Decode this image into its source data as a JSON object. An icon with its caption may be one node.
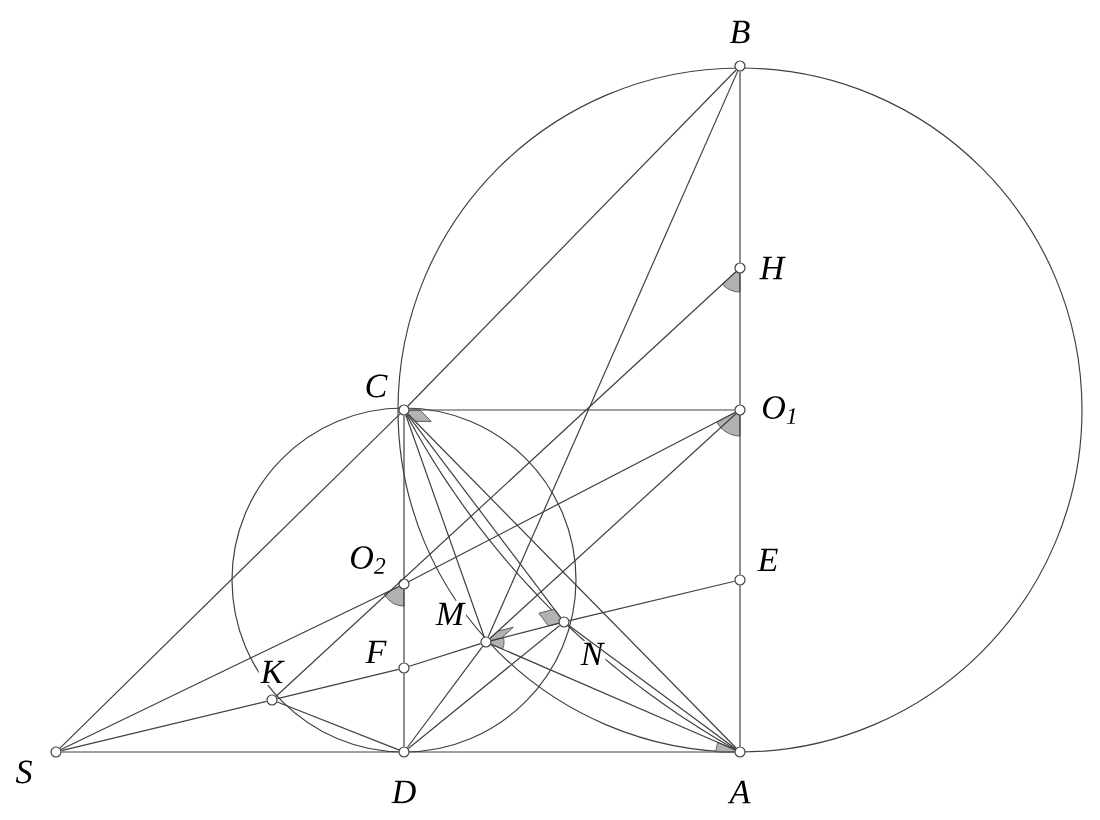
{
  "diagram": {
    "nodes": [
      {
        "text": [
          "B"
        ]
      },
      {
        "text": [
          "H"
        ]
      },
      {
        "text": [
          "C"
        ]
      },
      {
        "text": [
          "O$_{1}$"
        ]
      },
      {
        "text": [
          "O$_{2}$"
        ]
      },
      {
        "text": [
          "E"
        ]
      },
      {
        "text": [
          "K"
        ]
      },
      {
        "text": [
          "F"
        ]
      },
      {
        "text": [
          "M"
        ]
      },
      {
        "text": [
          "N"
        ]
      },
      {
        "text": [
          "S"
        ]
      },
      {
        "text": [
          "D"
        ]
      },
      {
        "text": [
          "A"
        ]
      }
    ],
    "edges": [
      {
        "from": 0,
        "to": 1,
        "arrow": "none"
      },
      {
        "from": 1,
        "to": 3,
        "arrow": "none"
      },
      {
        "from": 3,
        "to": 5,
        "arrow": "none"
      },
      {
        "from": 5,
        "to": 12,
        "arrow": "none"
      },
      {
        "from": 2,
        "to": 4,
        "arrow": "none"
      },
      {
        "from": 4,
        "to": 7,
        "arrow": "none"
      },
      {
        "from": 7,
        "to": 11,
        "arrow": "none"
      },
      {
        "from": 10,
        "to": 11,
        "arrow": "none"
      },
      {
        "from": 11,
        "to": 12,
        "arrow": "none"
      },
      {
        "from": 2,
        "to": 3,
        "arrow": "none"
      },
      {
        "from": 10,
        "to": 2,
        "arrow": "none"
      },
      {
        "from": 2,
        "to": 0,
        "arrow": "none"
      },
      {
        "from": 10,
        "to": 6,
        "arrow": "none"
      },
      {
        "from": 6,
        "to": 7,
        "arrow": "none"
      },
      {
        "from": 7,
        "to": 8,
        "arrow": "none"
      },
      {
        "from": 8,
        "to": 9,
        "arrow": "none"
      },
      {
        "from": 9,
        "to": 5,
        "arrow": "none"
      },
      {
        "from": 10,
        "to": 4,
        "arrow": "none"
      },
      {
        "from": 4,
        "to": 3,
        "arrow": "none"
      },
      {
        "from": 1,
        "to": 6,
        "arrow": "none"
      },
      {
        "from": 0,
        "to": 8,
        "arrow": "none"
      },
      {
        "from": 8,
        "to": 3,
        "arrow": "none"
      },
      {
        "from": 2,
        "to": 8,
        "arrow": "none"
      },
      {
        "from": 2,
        "to": 9,
        "arrow": "none"
      },
      {
        "from": 2,
        "to": 12,
        "arrow": "none"
      },
      {
        "from": 8,
        "to": 12,
        "arrow": "none"
      },
      {
        "from": 9,
        "to": 12,
        "arrow": "none"
      },
      {
        "from": 11,
        "to": 8,
        "arrow": "none"
      },
      {
        "from": 11,
        "to": 9,
        "arrow": "none"
      },
      {
        "from": 6,
        "to": 11,
        "arrow": "none"
      }
    ]
  }
}
